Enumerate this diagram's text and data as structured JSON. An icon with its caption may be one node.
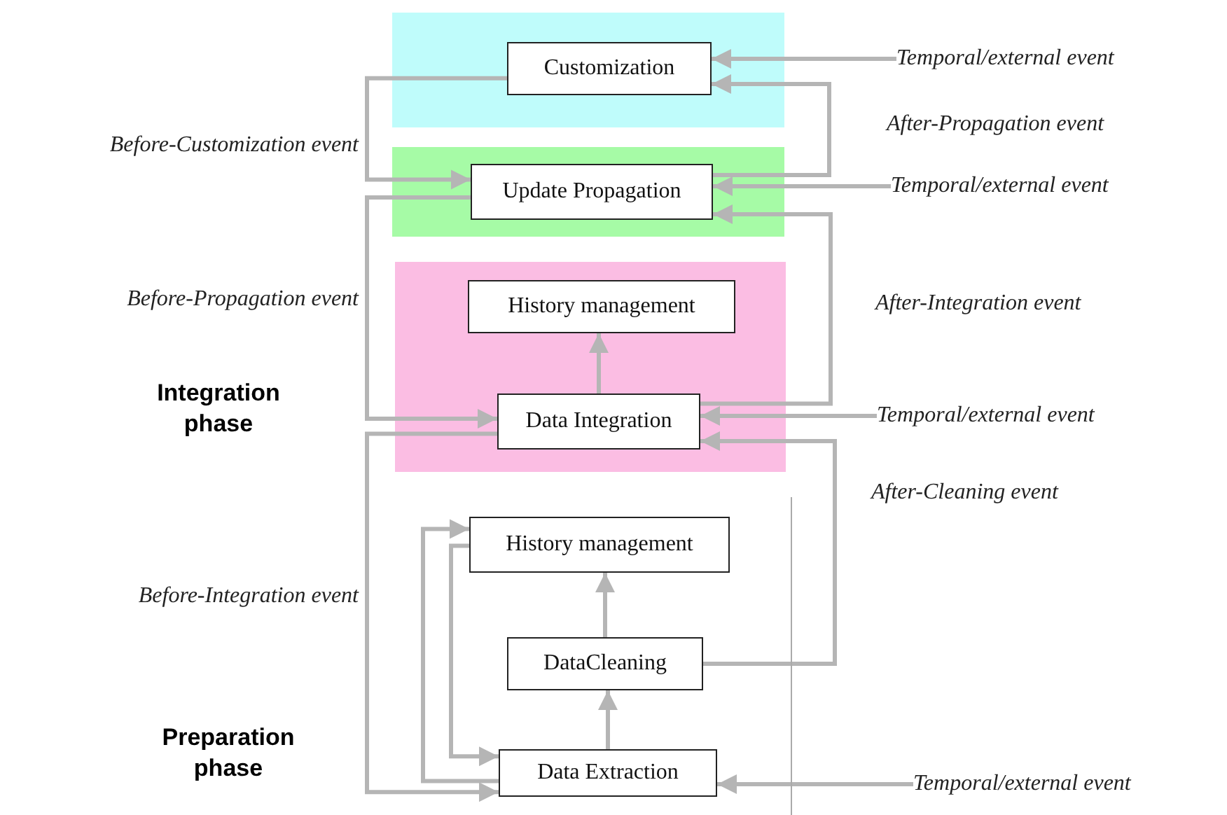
{
  "diagram": {
    "nodes": [
      {
        "text": [],
        "shape": "box"
      },
      {
        "text": [
          "Customization"
        ],
        "in": 0
      },
      {
        "text": [
          "Temporal/external event"
        ]
      },
      {
        "text": [],
        "shape": "box"
      },
      {
        "text": [
          "Update Propagation"
        ],
        "in": 3
      },
      {
        "text": [
          "Temporal/external event"
        ]
      },
      {
        "text": [],
        "shape": "box"
      },
      {
        "text": [
          "History management"
        ],
        "in": 6
      },
      {
        "text": [
          "Data Integration"
        ],
        "in": 6
      },
      {
        "text": [
          "Temporal/external event"
        ]
      },
      {
        "text": [
          "History management"
        ]
      },
      {
        "text": [
          "DataCleaning"
        ]
      },
      {
        "text": [
          "Data Extraction"
        ]
      },
      {
        "text": [
          "Temporal/external event"
        ]
      }
    ],
    "edges": [
      {
        "from": 2,
        "to": 1,
        "arrow": "to"
      },
      {
        "from": 1,
        "to": 4,
        "arrow": "to",
        "label": "Before-Customization event"
      },
      {
        "from": 4,
        "to": 1,
        "arrow": "to",
        "label": "After-Propagation event"
      },
      {
        "from": 5,
        "to": 4,
        "arrow": "to"
      },
      {
        "from": 8,
        "to": 4,
        "arrow": "to",
        "label": "After-Integration event"
      },
      {
        "from": 4,
        "to": 8,
        "arrow": "to",
        "label": "Before-Propagation event"
      },
      {
        "from": 8,
        "to": 7,
        "arrow": "to"
      },
      {
        "from": 9,
        "to": 8,
        "arrow": "to"
      },
      {
        "from": 11,
        "to": 8,
        "arrow": "to",
        "label": "After-Cleaning event"
      },
      {
        "from": 8,
        "to": 12,
        "arrow": "to",
        "label": "Before-Integration event"
      },
      {
        "from": 12,
        "to": 10,
        "arrow": "to"
      },
      {
        "from": 10,
        "to": 12,
        "arrow": "to"
      },
      {
        "from": 11,
        "to": 10,
        "arrow": "to"
      },
      {
        "from": 12,
        "to": 11,
        "arrow": "to"
      },
      {
        "from": 13,
        "to": 12,
        "arrow": "to"
      }
    ],
    "labels": [
      "Integration phase",
      "Preparation phase"
    ]
  }
}
